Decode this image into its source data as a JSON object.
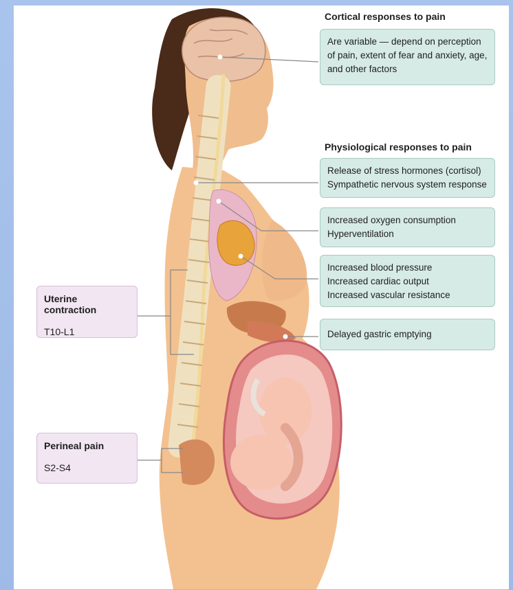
{
  "cortical": {
    "heading": "Cortical responses to pain",
    "lines": [
      "Are variable — depend on perception",
      "of pain, extent of fear and anxiety, age,",
      "and other factors"
    ]
  },
  "physiological": {
    "heading": "Physiological responses to pain",
    "boxes": [
      {
        "lines": [
          "Release of stress hormones (cortisol)",
          "Sympathetic nervous system response"
        ]
      },
      {
        "lines": [
          "Increased oxygen consumption",
          "Hyperventilation"
        ]
      },
      {
        "lines": [
          "Increased blood pressure",
          "Increased cardiac output",
          "Increased vascular resistance"
        ]
      },
      {
        "lines": [
          "Delayed gastric emptying"
        ]
      }
    ]
  },
  "uterine": {
    "title": "Uterine contraction",
    "level": "T10-L1"
  },
  "perineal": {
    "title": "Perineal pain",
    "level": "S2-S4"
  },
  "colors": {
    "green_box": "#d6ebe5",
    "purple_box": "#f2e6f2",
    "skin": "#f3c18f",
    "uterus": "#e48b8b",
    "background_blue": "#a9c4ec"
  }
}
